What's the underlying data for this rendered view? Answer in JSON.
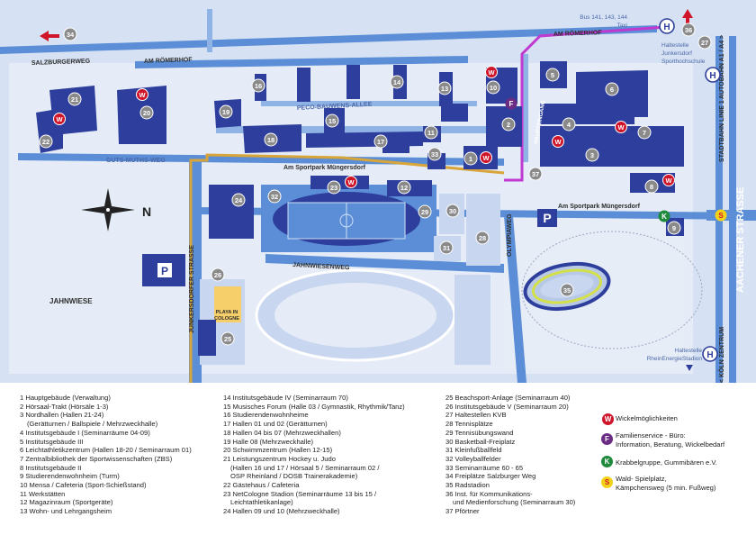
{
  "map": {
    "streets": {
      "salzburger_weg": "SALZBURGERWEG",
      "am_roemerhof_1": "AM RÖMERHOF",
      "am_roemerhof_2": "AM RÖMERHOF",
      "guts_muths_weg": "GUTS-MUTHS-WEG",
      "peco_bauwens_allee": "PECO-BAUWENS-ALLEE",
      "am_sportpark_1": "Am Sportpark Müngersdorf",
      "am_sportpark_2": "Am Sportpark Müngersdorf",
      "jahnwiesenweg": "JAHNWIESENWEG",
      "junkersdorfer_strasse": "JUNKERSDORFER STRASSE",
      "olympiaweg": "OLYMPIAWEG",
      "stadtbahn": "STADTBAHN LINIE 1",
      "autobahn": "AUTOBAHN A1 / A4 >",
      "aachener_strasse": "AACHENER STRASSE",
      "koeln_zentrum": "< KÖLN ZENTRUM",
      "haupteingang": "HAUPTEINGANG"
    },
    "areas": {
      "jahnwiese": "JAHNWIESE",
      "playa_line1": "PLAYA IN",
      "playa_line2": "COLOGNE"
    },
    "bus_top": {
      "line1": "Bus 141, 143, 144",
      "line2": "Taxi"
    },
    "bus_stop_top": {
      "line1": "Haltestelle",
      "line2": "Junkersdorf",
      "line3": "Sporthochschule"
    },
    "bus_stop_bottom": {
      "line1": "Haltestelle",
      "line2": "RheinEnergieStadion"
    },
    "symbols": {
      "bus": "H",
      "parking": "P",
      "wc": "W",
      "family": "F",
      "kita": "K",
      "waldspielplatz": "S",
      "north": "N"
    },
    "numbers": [
      "1",
      "2",
      "3",
      "4",
      "5",
      "6",
      "7",
      "8",
      "9",
      "10",
      "11",
      "12",
      "13",
      "14",
      "15",
      "16",
      "17",
      "18",
      "19",
      "20",
      "21",
      "22",
      "23",
      "24",
      "25",
      "26",
      "27",
      "28",
      "29",
      "30",
      "31",
      "32",
      "33",
      "34",
      "35",
      "36",
      "37"
    ],
    "colors": {
      "building": "#2e3e9c",
      "road": "#5b8ed6",
      "field": "#c9d6ef",
      "number_circle": "#8a8a8a",
      "wc": "#d0142a",
      "family": "#6b2c83",
      "kita": "#1f8a3c",
      "waldspielplatz": "#f3d21a",
      "route_orange": "#d8a53a",
      "route_magenta": "#c03ad0"
    }
  },
  "legend": {
    "col1": [
      "1 Hauptgebäude (Verwaltung)",
      "2 Hörsaal-Trakt (Hörsäle 1-3)",
      "3 Nordhallen (Hallen 21-24)",
      "(Gerätturnen / Ballspiele / Mehrzweckhalle)",
      "4 Institutsgebäude I (Seminarräume 04-09)",
      "5 Institutsgebäude III",
      "6 Leichtathletikzentrum (Hallen 18-20 / Seminarraum 01)",
      "7 Zentralbibliothek der Sportwissenschaften (ZBS)",
      "8 Institutsgebäude II",
      "9 Studierendenwohnheim (Turm)",
      "10 Mensa / Cafeteria (Sport-Schießstand)",
      "11 Werkstätten",
      "12 Magazinraum (Sportgeräte)",
      "13 Wohn- und Lehrgangsheim"
    ],
    "col2": [
      "14 Institutsgebäude IV (Seminarraum 70)",
      "15 Musisches Forum (Halle 03 / Gymnastik, Rhythmik/Tanz)",
      "16 Studierendenwohnheime",
      "17 Hallen 01 und 02 (Gerätturnen)",
      "18 Hallen 04 bis 07 (Mehrzweckhallen)",
      "19 Halle 08 (Mehrzweckhalle)",
      "20 Schwimmzentrum (Hallen 12-15)",
      "21 Leistungszentrum Hockey u. Judo",
      "(Hallen 16 und 17 / Hörsaal 5 / Seminarraum 02 /",
      "OSP Rheinland / DOSB Trainerakademie)",
      "22 Gästehaus / Cafeteria",
      "23 NetCologne Stadion (Seminarräume 13 bis 15 /",
      "Leichtathletikanlage)",
      "24 Hallen 09 und 10 (Mehrzweckhalle)"
    ],
    "col3": [
      "25 Beachsport-Anlage (Seminarraum 40)",
      "26 Institutsgebäude V (Seminarraum 20)",
      "27 Haltestellen KVB",
      "28 Tennisplätze",
      "29 Tennisübungswand",
      "30 Basketball-Freiplatz",
      "31 Kleinfußballfeld",
      "32 Volleyballfelder",
      "33 Seminarräume 60 - 65",
      "34 Freiplätze Salzburger Weg",
      "35 Radstadion",
      "36 Inst. für Kommunikations-",
      "und Medienforschung (Seminarraum 30)",
      "37 Pförtner"
    ],
    "wc": "Wickelmöglichkeiten",
    "family": [
      "Familienservice - Büro:",
      "Information, Beratung, Wickelbedarf"
    ],
    "kita": "Krabbelgruppe, Gummibären e.V.",
    "wald": [
      "Wald- Spielplatz,",
      "Kämpchensweg (5 min. Fußweg)"
    ]
  }
}
